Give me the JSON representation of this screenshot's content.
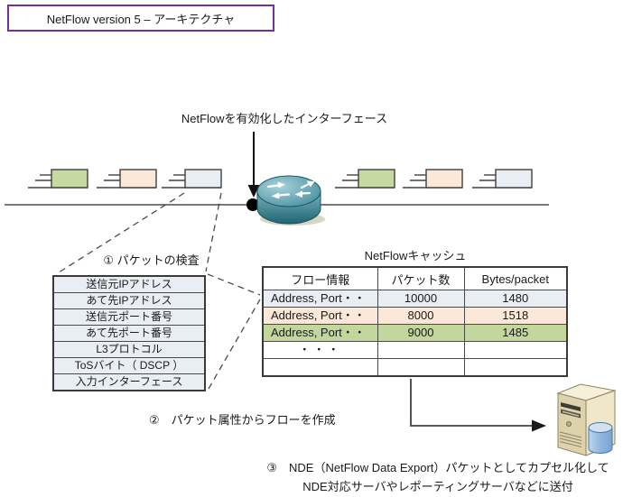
{
  "title": "NetFlow version 5 – アーキテクチャ",
  "labels": {
    "interface": "NetFlowを有効化したインターフェース",
    "step1": "① パケットの検査",
    "cache_title": "NetFlowキャッシュ",
    "step2": "②　パケット属性からフローを作成",
    "step3_line1": "③　NDE（NetFlow Data Export）パケットとしてカプセル化して",
    "step3_line2": "NDE対応サーバやレポーティングサーバなどに送付"
  },
  "packet_fields": {
    "rows": [
      "送信元IPアドレス",
      "あて先IPアドレス",
      "送信元ポート番号",
      "あて先ポート番号",
      "L3プロトコル",
      "ToSバイト（ DSCP ）",
      "入力インターフェース"
    ]
  },
  "cache_table": {
    "headers": [
      "フロー情報",
      "パケット数",
      "Bytes/packet"
    ],
    "rows": [
      {
        "flow": "Address, Port・・",
        "packets": "10000",
        "bytes": "1480",
        "bg": "gray"
      },
      {
        "flow": "Address, Port・・",
        "packets": "8000",
        "bytes": "1518",
        "bg": "peach"
      },
      {
        "flow": "Address, Port・・",
        "packets": "9000",
        "bytes": "1485",
        "bg": "green"
      },
      {
        "flow": "・・・",
        "packets": "",
        "bytes": "",
        "bg": "white"
      },
      {
        "flow": "",
        "packets": "",
        "bytes": "",
        "bg": "white"
      }
    ]
  },
  "icons": {
    "router": "router-icon",
    "server": "server-icon",
    "database": "database-icon",
    "packets": "packet-icon"
  },
  "colors": {
    "title_border": "#7030a0",
    "packet_green": "#c5d9a0",
    "packet_peach": "#fce8d8",
    "packet_gray": "#e9edf4",
    "row_gray": "#e9edf4",
    "row_peach": "#fce8d8",
    "row_green": "#c3d69b",
    "line": "#404040",
    "router_teal": "#3a8494",
    "server_beige": "#ece2c3",
    "database_blue": "#a9c7e9"
  }
}
